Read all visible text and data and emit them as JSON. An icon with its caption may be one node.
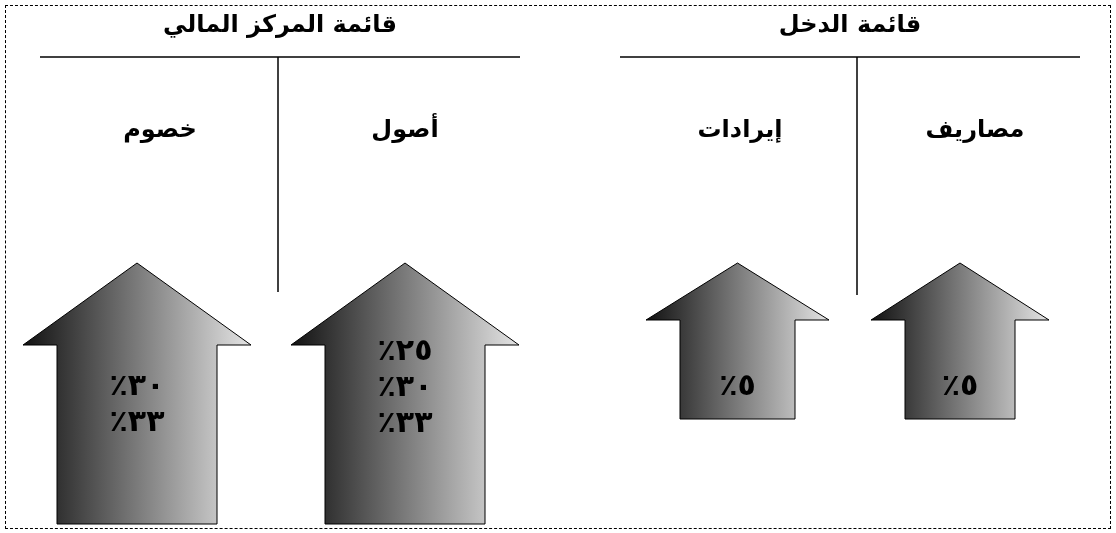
{
  "diagram": {
    "nodes": [
      {
        "text": [
          "٥٪"
        ]
      },
      {
        "text": [
          "٥٪"
        ]
      },
      {
        "text": [
          "٢٥٪",
          "٣٠٪",
          "٣٣٪"
        ]
      },
      {
        "text": [
          "٣٠٪",
          "٣٣٪"
        ]
      }
    ],
    "edges": [],
    "labels": [
      "قائمة الدخل",
      "قائمة المركز المالي",
      "مصاريف",
      "إيرادات",
      "أصول",
      "خصوم"
    ]
  }
}
